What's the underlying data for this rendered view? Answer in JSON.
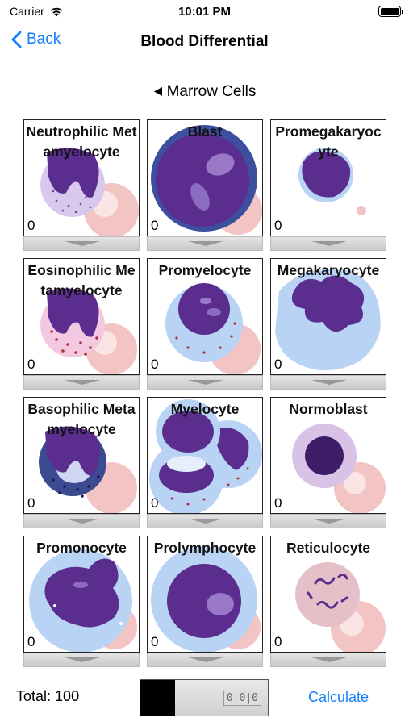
{
  "status_bar": {
    "carrier": "Carrier",
    "time": "10:01 PM"
  },
  "nav": {
    "back_label": "Back",
    "title": "Blood Differential"
  },
  "section": {
    "label": "Marrow Cells"
  },
  "cells": [
    {
      "name": "Neutrophilic Metamyelocyte",
      "count": "0"
    },
    {
      "name": "Blast",
      "count": "0"
    },
    {
      "name": "Promegakaryocyte",
      "count": "0"
    },
    {
      "name": "Eosinophilic Metamyelocyte",
      "count": "0"
    },
    {
      "name": "Promyelocyte",
      "count": "0"
    },
    {
      "name": "Megakaryocyte",
      "count": "0"
    },
    {
      "name": "Basophilic Metamyelocyte",
      "count": "0"
    },
    {
      "name": "Myelocyte",
      "count": "0"
    },
    {
      "name": "Normoblast",
      "count": "0"
    },
    {
      "name": "Promonocyte",
      "count": "0"
    },
    {
      "name": "Prolymphocyte",
      "count": "0"
    },
    {
      "name": "Reticulocyte",
      "count": "0"
    }
  ],
  "footer": {
    "total_label": "Total:",
    "total_value": "100",
    "counter_digits": "0|0|0",
    "progress_fraction": 0.27,
    "calculate_label": "Calculate"
  },
  "colors": {
    "accent": "#147efb",
    "nucleus": "#5a2d8f",
    "cytoplasm_blue": "#b9d3f5",
    "rbc_pink": "#f3c4c4"
  }
}
